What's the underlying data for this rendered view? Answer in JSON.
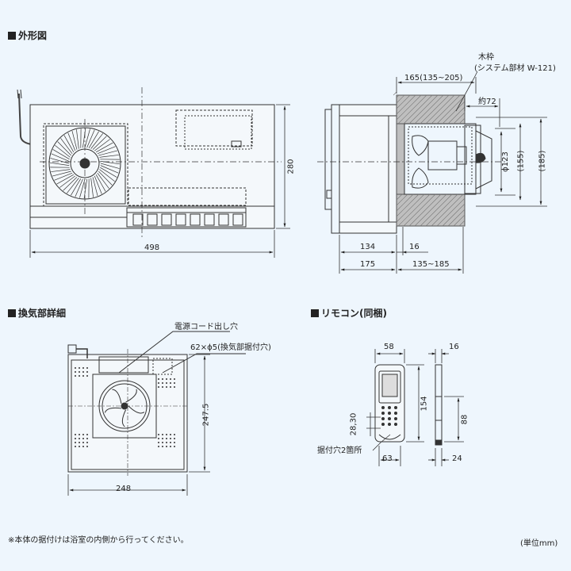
{
  "sections": {
    "outline": "外形図",
    "vent_detail": "換気部詳細",
    "remote": "リモコン(同梱)"
  },
  "outline": {
    "frame_label": "木枠",
    "frame_part": "(システム部材 W-121)",
    "dim_width": "498",
    "dim_height": "280",
    "dim_depth_range": "165(135~205)",
    "dim_about72": "約72",
    "dim_dia123": "ϕ123",
    "dim_155": "(155)",
    "dim_185": "(185)",
    "dim_134": "134",
    "dim_16": "16",
    "dim_175": "175",
    "dim_135_185": "135~185"
  },
  "vent_detail": {
    "cord_hole": "電源コード出し穴",
    "mount_holes": "62×ϕ5(換気部据付穴)",
    "dim_width": "248",
    "dim_height": "247.5"
  },
  "remote": {
    "dim_58": "58",
    "dim_16": "16",
    "dim_154": "154",
    "dim_88": "88",
    "dim_28_30": "28,30",
    "dim_63": "63",
    "dim_24": "24",
    "mount_note": "据付穴2箇所"
  },
  "footer": {
    "note": "※本体の据付けは浴室の内側から行ってください。",
    "unit": "(単位mm)"
  }
}
